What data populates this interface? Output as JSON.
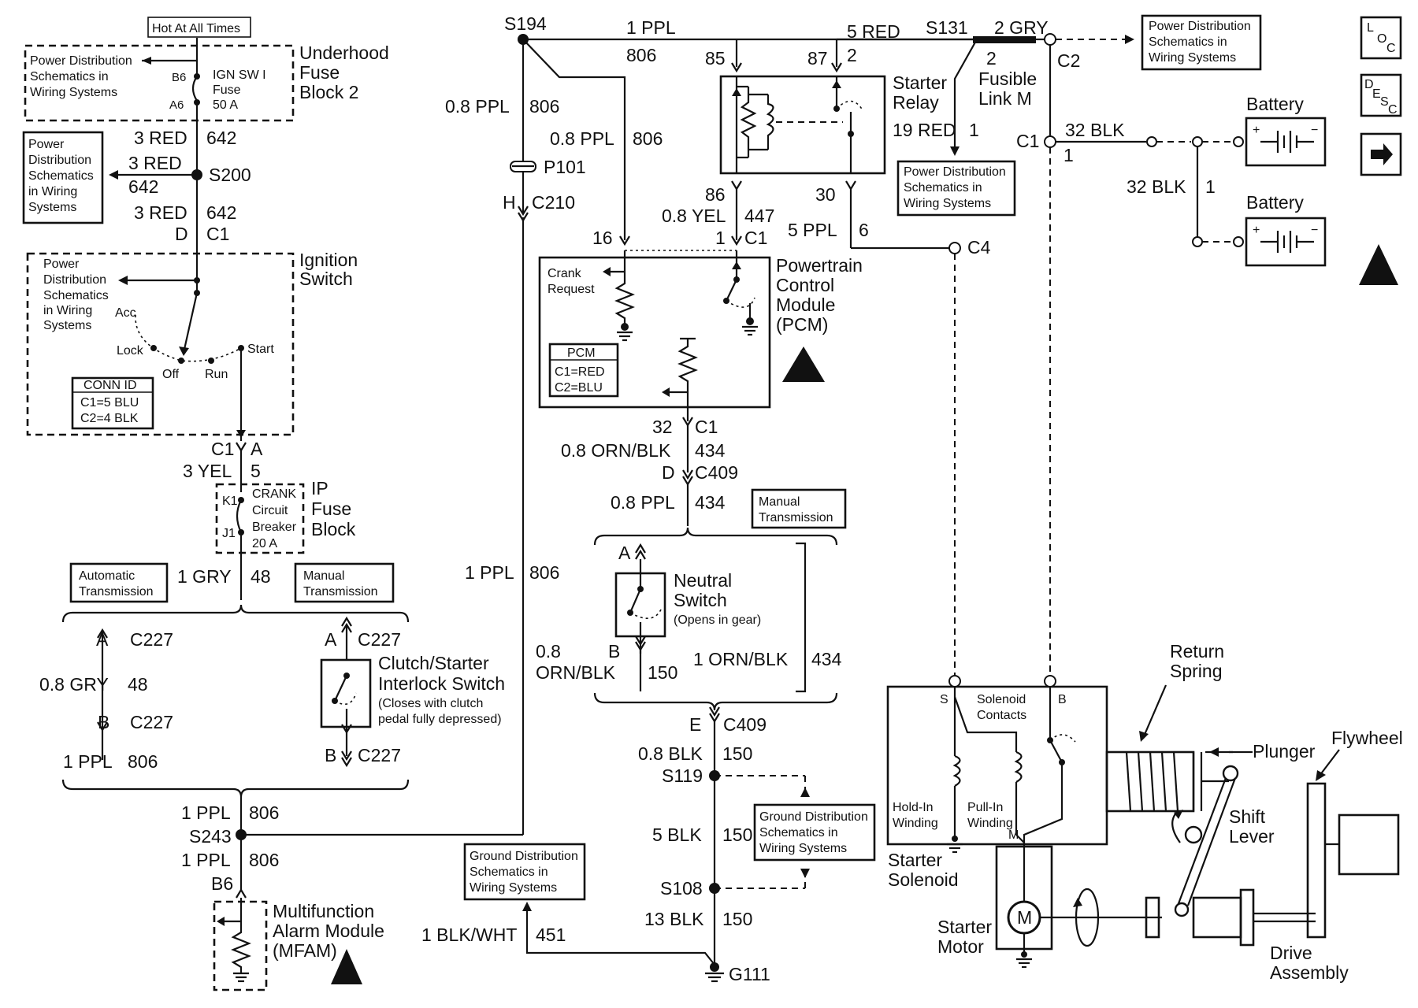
{
  "top": {
    "hot_at_all_times": "Hot At All Times",
    "pd_underhood": [
      "Power Distribution",
      "Schematics in",
      "Wiring Systems"
    ],
    "underhood_fuse_block": [
      "Underhood",
      "Fuse",
      "Block 2"
    ],
    "ign_fuse": [
      "IGN SW I",
      "Fuse",
      "50 A"
    ],
    "b6": "B6",
    "a6": "A6",
    "pd_left": [
      "Power",
      "Distribution",
      "Schematics",
      "in Wiring",
      "Systems"
    ],
    "red642_a": "3 RED",
    "n642_a": "642",
    "red642_b": "3 RED",
    "n642_b": "642",
    "s200": "S200",
    "red642_c": "3 RED",
    "n642_c": "642",
    "d": "D",
    "c1": "C1"
  },
  "ignition": {
    "title": [
      "Ignition",
      "Switch"
    ],
    "pd": [
      "Power",
      "Distribution",
      "Schematics",
      "in Wiring",
      "Systems"
    ],
    "acc": "Acc",
    "lock": "Lock",
    "off": "Off",
    "run": "Run",
    "start": "Start",
    "conn_id": "CONN ID",
    "c1_5blu": "C1=5 BLU",
    "c2_4blk": "C2=4 BLK",
    "c1": "C1",
    "a": "A",
    "yel": "3 YEL",
    "five": "5"
  },
  "ipfuse": {
    "title": [
      "IP",
      "Fuse",
      "Block"
    ],
    "breaker": [
      "CRANK",
      "Circuit",
      "Breaker",
      "20 A"
    ],
    "k1": "K1",
    "j1": "J1",
    "gry": "1 GRY",
    "n48": "48",
    "auto_trans": [
      "Automatic",
      "Transmission"
    ],
    "man_trans": [
      "Manual",
      "Transmission"
    ]
  },
  "auto": {
    "a": "A",
    "c227a": "C227",
    "gry08": "0.8 GRY",
    "n48": "48",
    "b": "B",
    "c227b": "C227",
    "ppl": "1 PPL",
    "n806": "806"
  },
  "clutch": {
    "a": "A",
    "c227a": "C227",
    "b": "B",
    "c227b": "C227",
    "title": [
      "Clutch/Starter",
      "Interlock Switch"
    ],
    "note": [
      "(Closes with clutch",
      "pedal fully depressed)"
    ]
  },
  "s243": {
    "ppl_a": "1 PPL",
    "n806_a": "806",
    "label": "S243",
    "ppl_b": "1 PPL",
    "n806_b": "806",
    "b6": "B6"
  },
  "mfam": {
    "title": [
      "Multifunction",
      "Alarm Module",
      "(MFAM)"
    ]
  },
  "mid": {
    "s194": "S194",
    "ppl08_a": "0.8 PPL",
    "n806_a": "806",
    "ppl08_b": "0.8 PPL",
    "n806_b": "806",
    "p101": "P101",
    "h": "H",
    "c210": "C210",
    "ppl1": "1 PPL",
    "n806_c": "806"
  },
  "top_wire": {
    "ppl": "1 PPL",
    "n806": "806",
    "n85": "85",
    "n87": "87",
    "red5": "5 RED",
    "n2": "2"
  },
  "relay": {
    "title": [
      "Starter",
      "Relay"
    ],
    "red19": "19 RED",
    "one": "1",
    "n86": "86",
    "n30": "30",
    "yel08": "0.8 YEL",
    "n447": "447",
    "n16": "16",
    "n1": "1",
    "c1": "C1",
    "ppl5": "5 PPL",
    "n6": "6",
    "c4": "C4"
  },
  "fusible": {
    "s131": "S131",
    "gry2": "2 GRY",
    "two": "2",
    "title": [
      "Fusible",
      "Link M"
    ],
    "c2": "C2",
    "pd_mid": [
      "Power Distribution",
      "Schematics in",
      "Wiring Systems"
    ],
    "pd_right": [
      "Power Distribution",
      "Schematics in",
      "Wiring Systems"
    ]
  },
  "pcm": {
    "title": [
      "Powertrain",
      "Control",
      "Module",
      "(PCM)"
    ],
    "crank": [
      "Crank",
      "Request"
    ],
    "pcm": "PCM",
    "c1red": "C1=RED",
    "c2blu": "C2=BLU",
    "n32": "32",
    "c1": "C1",
    "ornblk": "0.8 ORN/BLK",
    "n434": "434",
    "d": "D",
    "c409": "C409",
    "ppl08": "0.8 PPL",
    "n434b": "434",
    "man_trans": [
      "Manual",
      "Transmission"
    ]
  },
  "neutral": {
    "a": "A",
    "b": "B",
    "title": [
      "Neutral",
      "Switch"
    ],
    "note": "(Opens in gear)",
    "ornblk08": [
      "0.8",
      "ORN/BLK"
    ],
    "n150": "150",
    "ornblk1": "1 ORN/BLK",
    "n434": "434"
  },
  "ground": {
    "e": "E",
    "c409": "C409",
    "blk08": "0.8 BLK",
    "n150a": "150",
    "s119": "S119",
    "gd": [
      "Ground Distribution",
      "Schematics in",
      "Wiring Systems"
    ],
    "blk5": "5 BLK",
    "n150b": "150",
    "s108": "S108",
    "blk13": "13 BLK",
    "n150c": "150",
    "g111": "G111",
    "gd_left": [
      "Ground Distribution",
      "Schematics in",
      "Wiring Systems"
    ],
    "blkwht": "1 BLK/WHT",
    "n451": "451"
  },
  "battery": {
    "c1": "C1",
    "blk32": "32 BLK",
    "one": "1",
    "blk32b": "32 BLK",
    "oneb": "1",
    "label_a": "Battery",
    "label_b": "Battery"
  },
  "starter": {
    "s": "S",
    "b": "B",
    "m": "M",
    "contacts": [
      "Solenoid",
      "Contacts"
    ],
    "holdin": [
      "Hold-In",
      "Winding"
    ],
    "pullin": [
      "Pull-In",
      "Winding"
    ],
    "solenoid": [
      "Starter",
      "Solenoid"
    ],
    "motor": [
      "Starter",
      "Motor"
    ],
    "m_symbol": "M",
    "return_spring": [
      "Return",
      "Spring"
    ],
    "plunger": "Plunger",
    "shift_lever": [
      "Shift",
      "Lever"
    ],
    "flywheel": "Flywheel",
    "drive": [
      "Drive",
      "Assembly"
    ]
  },
  "icons": {
    "loc": [
      "L",
      "O",
      "C"
    ],
    "desc": [
      "D",
      "E",
      "S",
      "C"
    ]
  }
}
